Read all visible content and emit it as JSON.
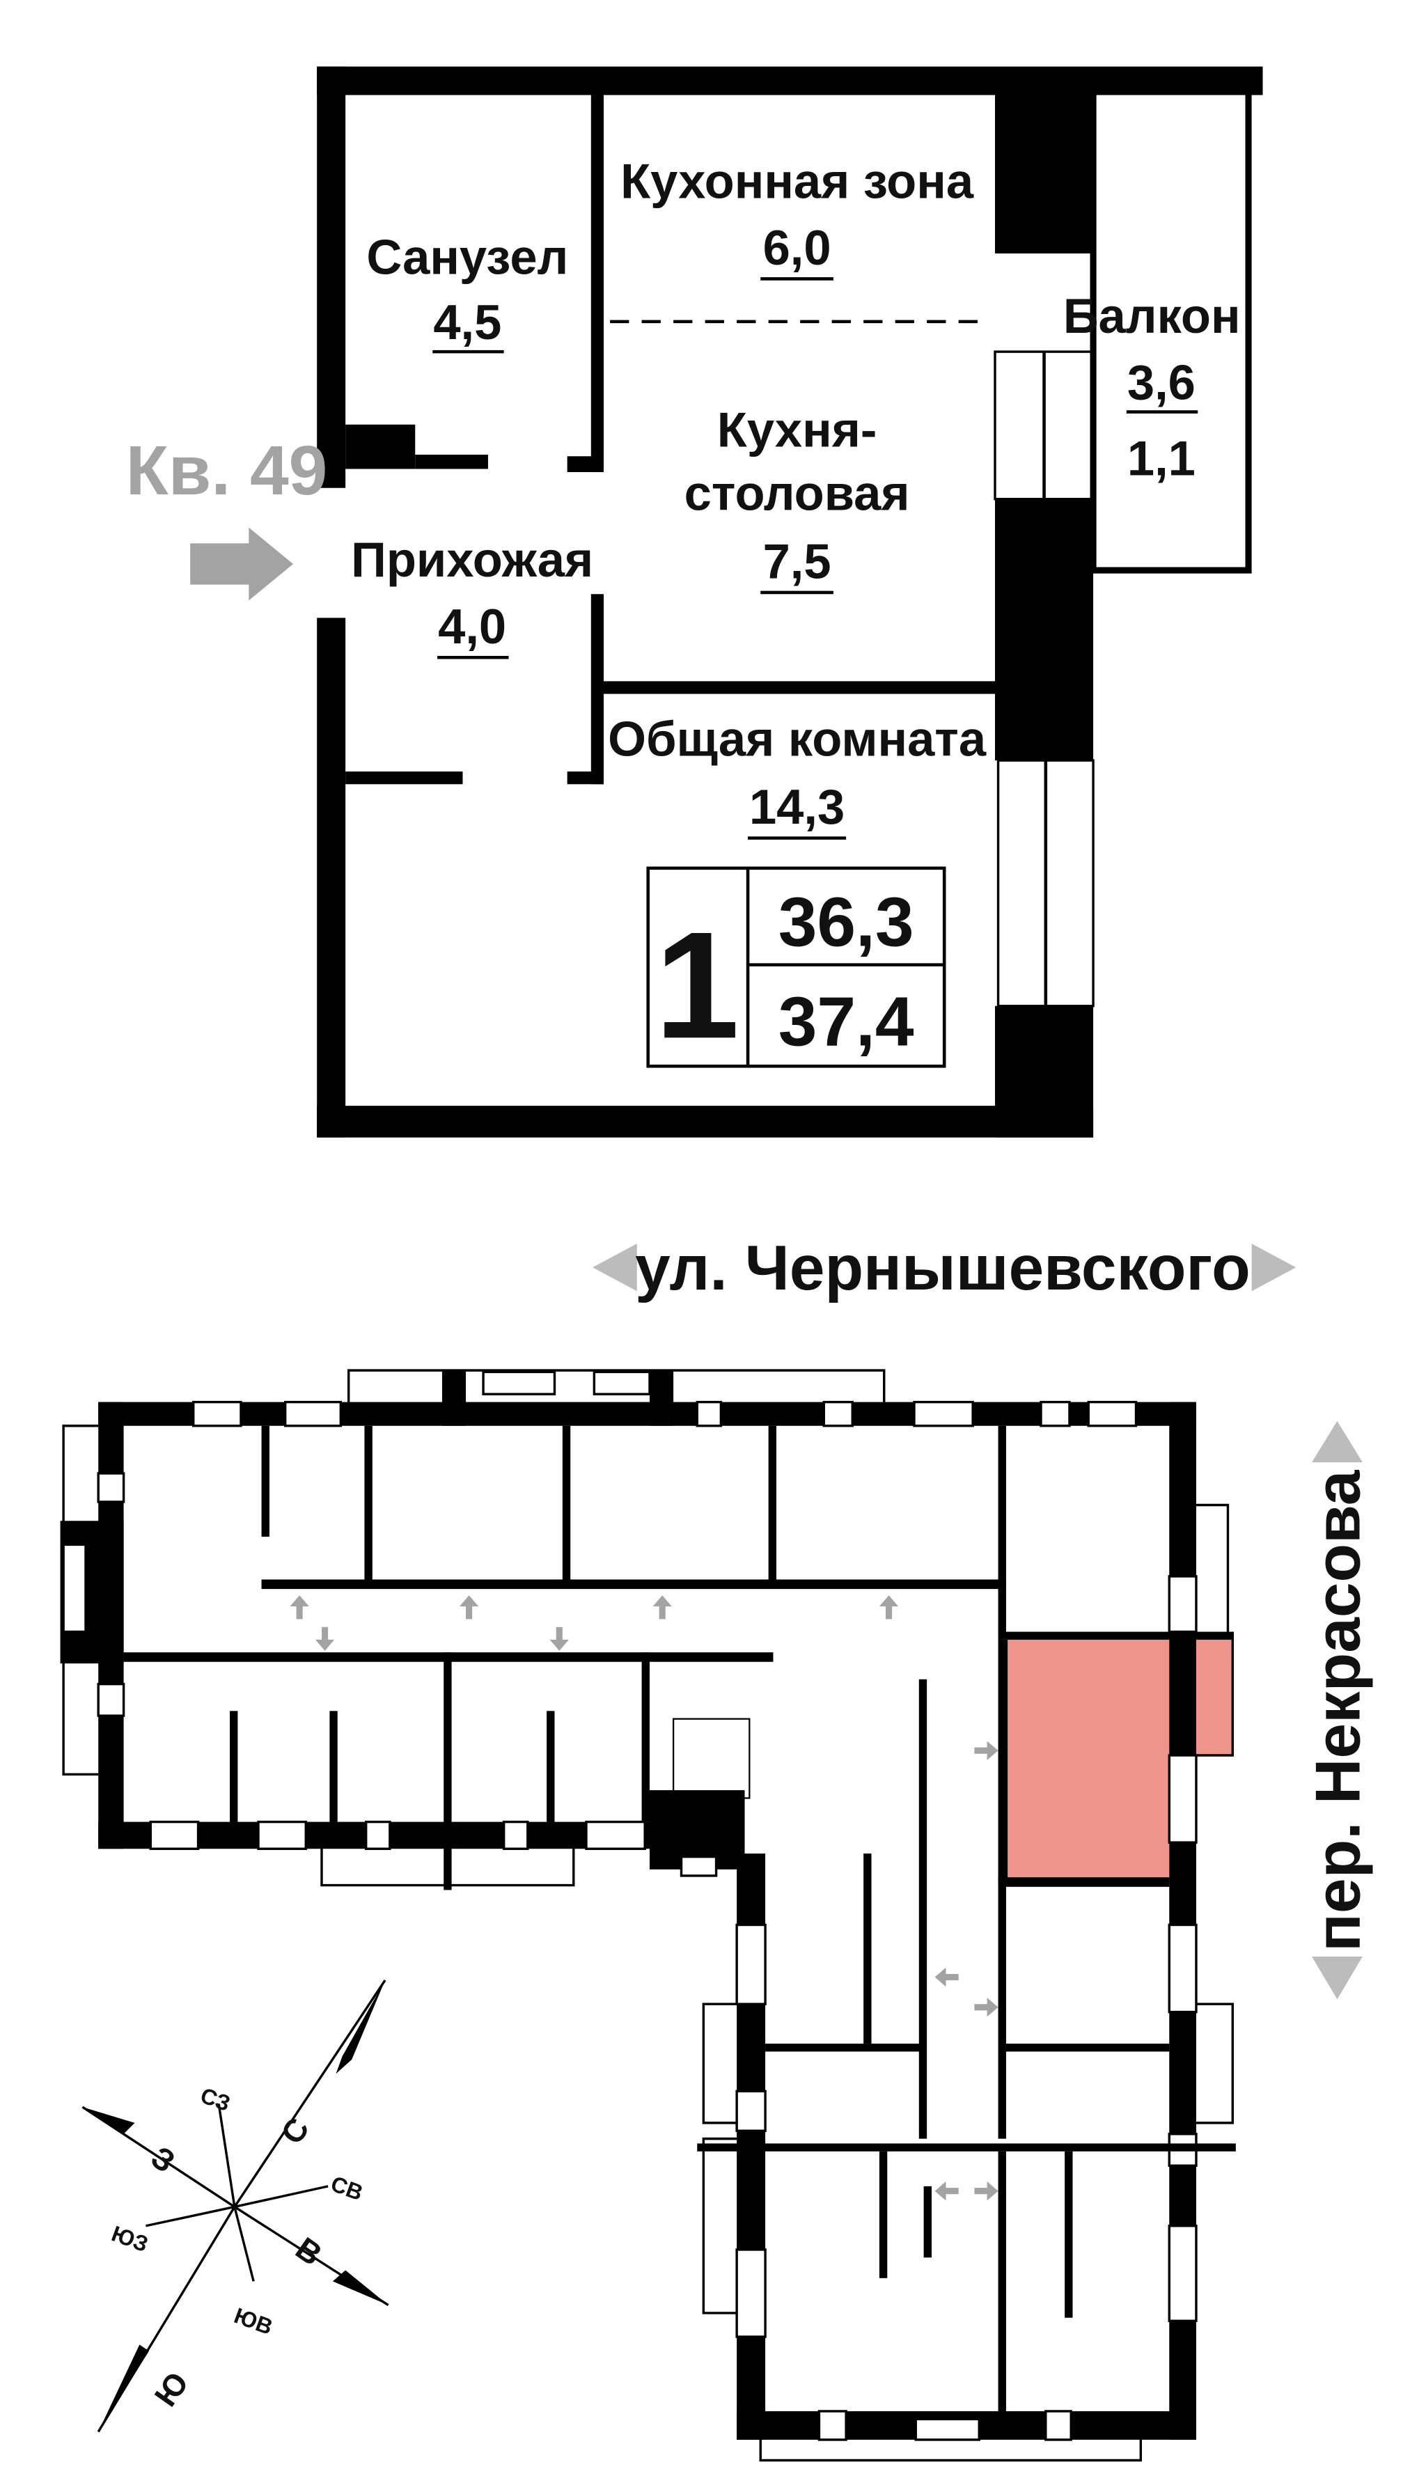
{
  "apartment": {
    "number_label": "Кв. 49",
    "rooms_count": "1",
    "total_area": "36,3",
    "total_area_with_balcony": "37,4",
    "rooms": [
      {
        "name": "Санузел",
        "area": "4,5"
      },
      {
        "name": "Кухонная зона",
        "area": "6,0"
      },
      {
        "name": "Кухня-",
        "name2": "столовая",
        "area": "7,5"
      },
      {
        "name": "Прихожая",
        "area": "4,0"
      },
      {
        "name": "Общая комната",
        "area": "14,3"
      },
      {
        "name": "Балкон",
        "area": "3,6",
        "area_reduced": "1,1"
      }
    ]
  },
  "floor_plan": {
    "street_top": "ул. Чернышевского",
    "street_right": "пер. Некрасова",
    "highlight_color": "#ee948b"
  },
  "compass": {
    "n": "С",
    "s": "Ю",
    "w": "З",
    "e": "В",
    "nw": "СЗ",
    "ne": "СВ",
    "sw": "ЮЗ",
    "se": "ЮВ"
  }
}
